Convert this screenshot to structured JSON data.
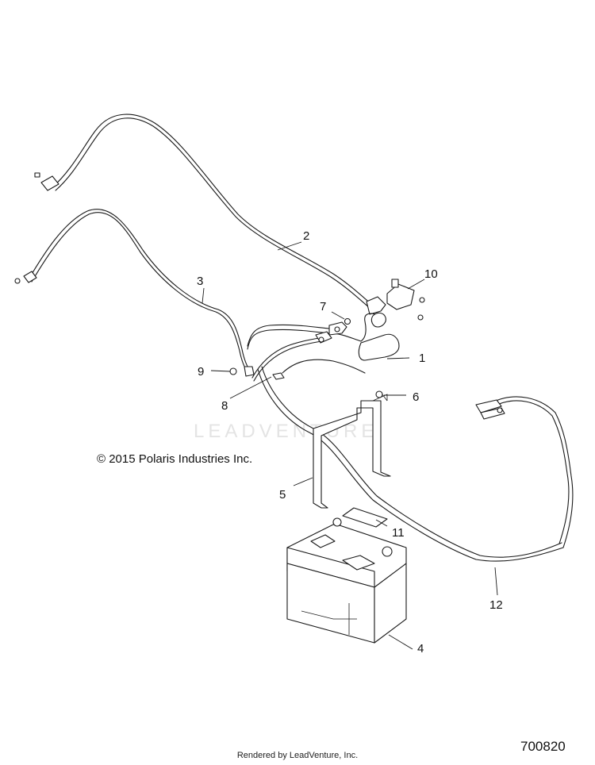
{
  "copyright": "© 2015 Polaris Industries Inc.",
  "diagram_number": "700820",
  "rendered_by": "Rendered by LeadVenture, Inc.",
  "watermark": "LEADVENTURE",
  "callouts": [
    {
      "id": "c1",
      "label": "1"
    },
    {
      "id": "c2",
      "label": "2"
    },
    {
      "id": "c3",
      "label": "3"
    },
    {
      "id": "c4",
      "label": "4"
    },
    {
      "id": "c5",
      "label": "5"
    },
    {
      "id": "c6",
      "label": "6"
    },
    {
      "id": "c7",
      "label": "7"
    },
    {
      "id": "c8",
      "label": "8"
    },
    {
      "id": "c9",
      "label": "9"
    },
    {
      "id": "c10",
      "label": "10"
    },
    {
      "id": "c11",
      "label": "11"
    },
    {
      "id": "c12",
      "label": "12"
    }
  ]
}
